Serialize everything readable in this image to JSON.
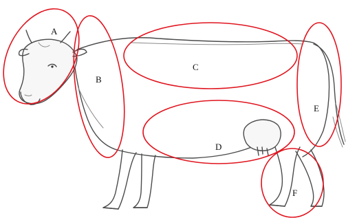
{
  "colors": {
    "outline": "#e0141e",
    "drawing": "#4b4b4b",
    "background": "#ffffff"
  },
  "regions": [
    {
      "label": "A",
      "part": "head"
    },
    {
      "label": "B",
      "part": "neck-shoulder"
    },
    {
      "label": "C",
      "part": "back"
    },
    {
      "label": "D",
      "part": "belly"
    },
    {
      "label": "E",
      "part": "rump-tail"
    },
    {
      "label": "F",
      "part": "hind-leg"
    }
  ]
}
